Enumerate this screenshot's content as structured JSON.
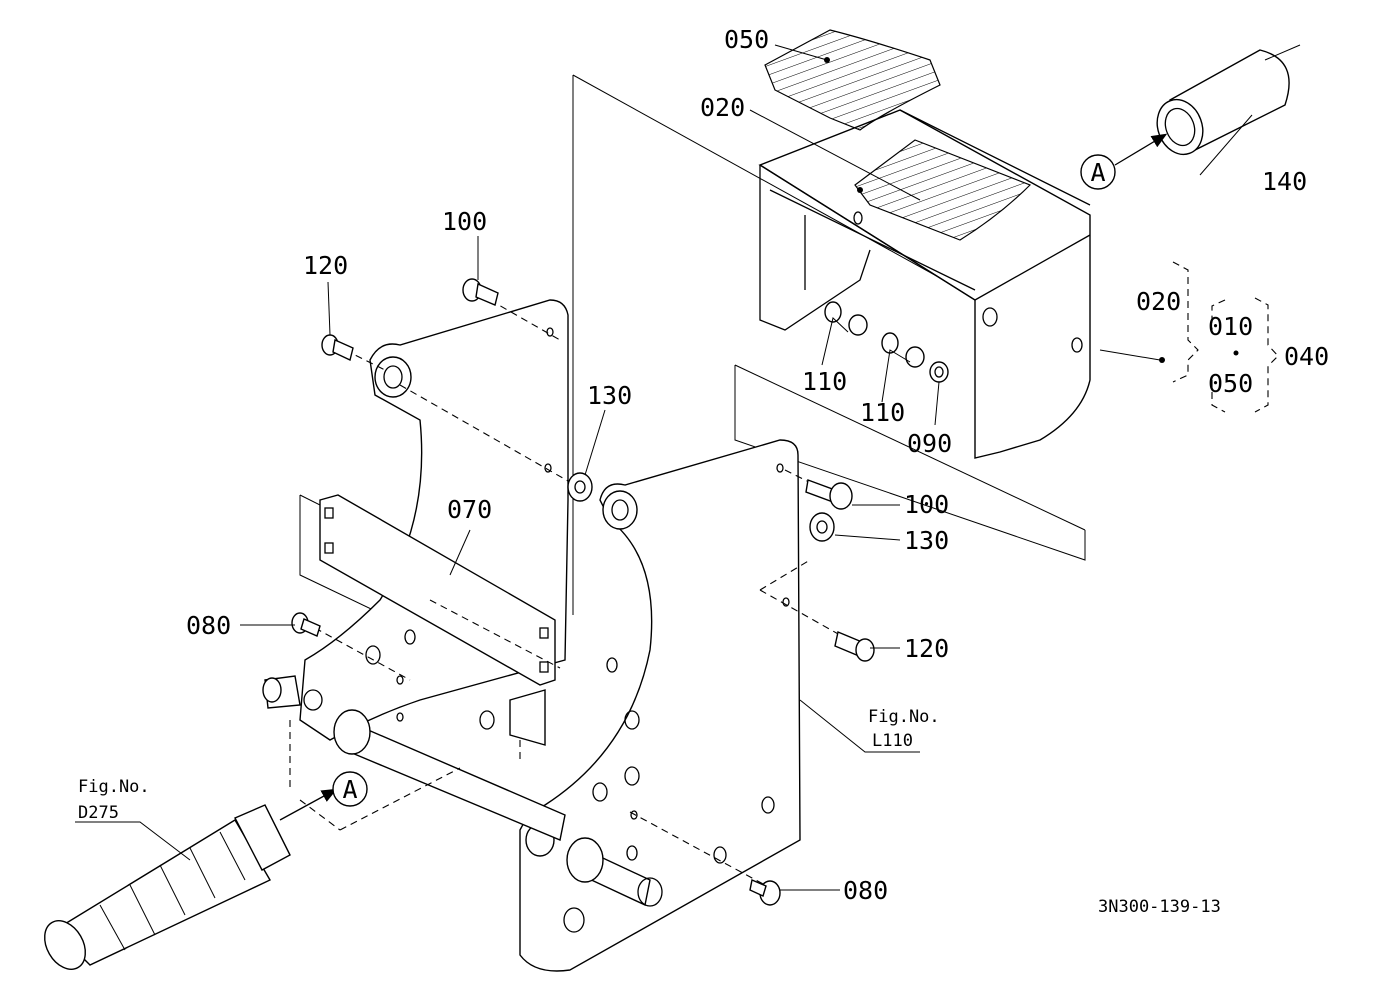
{
  "labels": {
    "p050_top": "050",
    "p020_top": "020",
    "p140": "140",
    "p100_top": "100",
    "p120_top": "120",
    "p130_left": "130",
    "p110_a": "110",
    "p110_b": "110",
    "p090": "090",
    "p020_group": "020",
    "p010_group": "010",
    "p050_group": "050",
    "p040_group": "040",
    "p070": "070",
    "p100_right": "100",
    "p130_right": "130",
    "p120_right": "120",
    "p080_left": "080",
    "p080_bottom": "080"
  },
  "refs": {
    "fig_l110_line1": "Fig.No.",
    "fig_l110_line2": "L110",
    "fig_d275_line1": "Fig.No.",
    "fig_d275_line2": "D275"
  },
  "markers": {
    "a_top": "A",
    "a_bottom": "A"
  },
  "drawing_code": "3N300-139-13"
}
